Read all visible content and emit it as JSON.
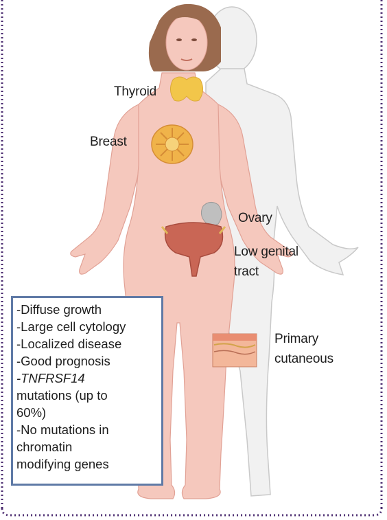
{
  "labels": {
    "thyroid": "Thyroid",
    "breast": "Breast",
    "ovary": "Ovary",
    "low_genital_1": "Low genital",
    "low_genital_2": "tract",
    "primary_1": "Primary",
    "primary_2": "cutaneous"
  },
  "features": [
    {
      "text": "-Diffuse growth",
      "italic": false
    },
    {
      "text": "-Large cell cytology",
      "italic": false
    },
    {
      "text": "-Localized disease",
      "italic": false
    },
    {
      "text": "-Good prognosis",
      "italic": false
    },
    {
      "text": "-TNFRSF14",
      "italic": true
    },
    {
      "text": "mutations (up to",
      "italic": false
    },
    {
      "text": "60%)",
      "italic": false
    },
    {
      "text": "-No mutations in",
      "italic": false
    },
    {
      "text": "chromatin",
      "italic": false
    },
    {
      "text": "modifying genes",
      "italic": false
    }
  ],
  "colors": {
    "frame_dots": "#4b2c70",
    "skin_front": "#f5c8bd",
    "skin_front_edge": "#e1a195",
    "body_back": "#f1f1f1",
    "body_back_edge": "#c9c9c9",
    "hair": "#9a6a4e",
    "box_border": "#5f7aa6",
    "thyroid": "#f2c64a",
    "breast": "#f0b34a",
    "bladder": "#c96655",
    "ovary": "#bfbfbf"
  }
}
